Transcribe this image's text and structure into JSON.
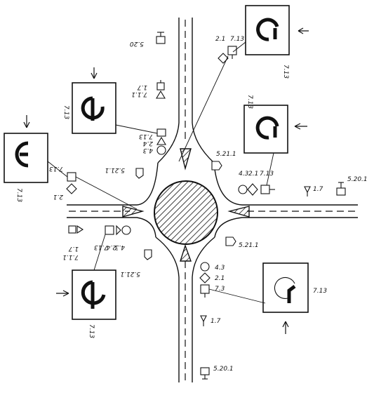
{
  "sign_labels": {
    "top_small": "5.20",
    "top_right_stack_a": "2.1",
    "top_right_stack_b": "7.13",
    "top_right_box": "7.13",
    "upper_mid_a": "7.1.1",
    "upper_mid_b": "1.7",
    "upper_left_box": "7.13",
    "left_box": "7.13",
    "left_stack_a": "7.13",
    "left_stack_b": "2.1",
    "stack_43": "4.3",
    "stack_24": "2.4",
    "stack_713": "7.13",
    "right_box": "7.13",
    "right_stack_43": "4.3",
    "right_stack_21": "2.1",
    "right_stack_713": "7.13",
    "right_17": "1.7",
    "right_5201": "5.20.1",
    "sign_5211_top": "5.21.1",
    "sign_5211_left": "5.21.1",
    "sign_5211_right": "5.21.1",
    "sign_5211_bottom": "5.21.1",
    "lower_left_17": "1.7",
    "lower_left_711": "7.1.1",
    "lower_left_43": "4.3",
    "lower_left_24": "2.4",
    "lower_left_713": "7.13",
    "lower_left_box": "7.13",
    "lower_right_43": "4.3",
    "lower_right_21": "2.1",
    "lower_right_73": "7.3",
    "lower_right_box": "7.13",
    "lower_17": "1.7",
    "bottom_5201": "5.20.1"
  }
}
